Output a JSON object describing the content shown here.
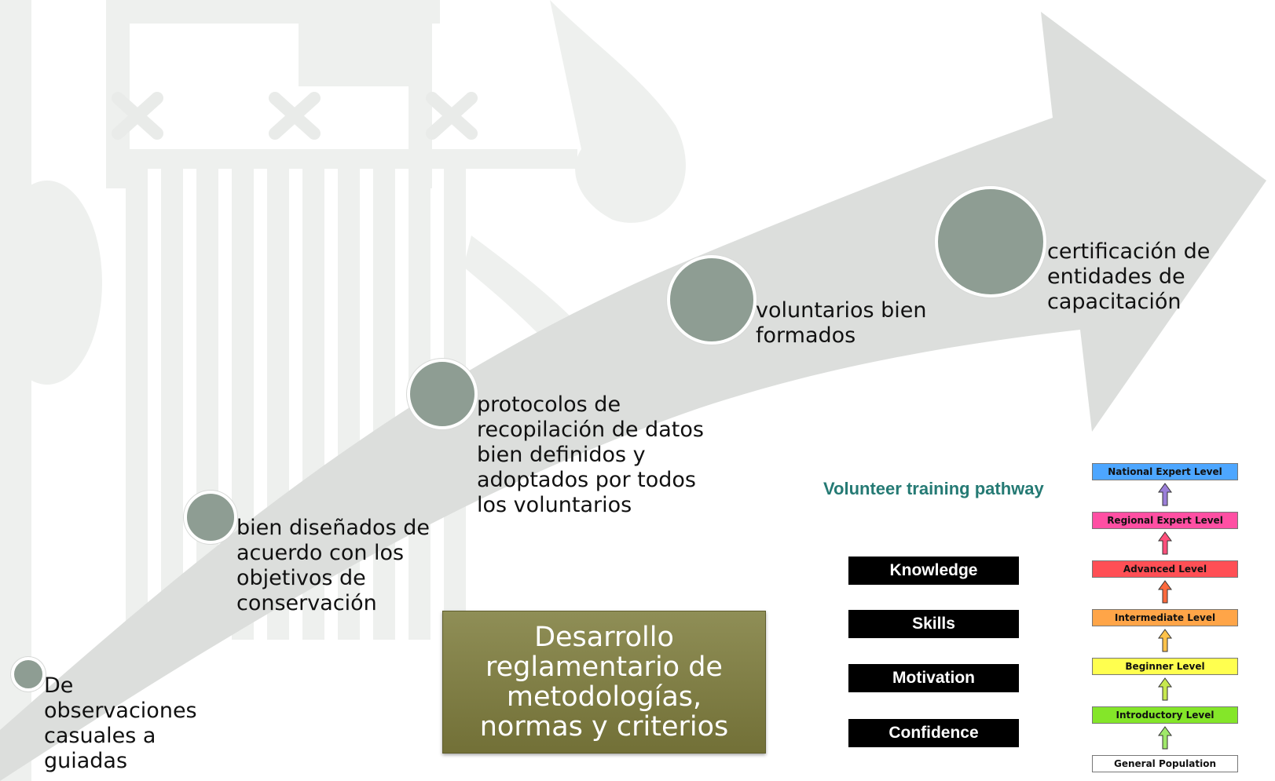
{
  "milestones": [
    {
      "label": "De\nobservaciones\ncasuales a\nguiadas"
    },
    {
      "label": "bien diseñados de\nacuerdo con los\nobjetivos de\nconservación"
    },
    {
      "label": "protocolos de\nrecopilación de datos\nbien definidos y\nadoptados por todos\nlos voluntarios"
    },
    {
      "label": "voluntarios bien\nformados"
    },
    {
      "label": "certificación de\nentidades de\ncapacitación"
    }
  ],
  "center_box": {
    "text": "Desarrollo reglamentario de metodologías, normas y criterios"
  },
  "pathway": {
    "title": "Volunteer training pathway",
    "skills": [
      "Knowledge",
      "Skills",
      "Motivation",
      "Confidence"
    ],
    "levels": [
      {
        "label": "National Expert Level",
        "color": "#4da6ff"
      },
      {
        "label": "Regional Expert Level",
        "color": "#ff4fa3"
      },
      {
        "label": "Advanced Level",
        "color": "#ff4f55"
      },
      {
        "label": "Intermediate Level",
        "color": "#ffa548"
      },
      {
        "label": "Beginner Level",
        "color": "#ffff4f"
      },
      {
        "label": "Introductory Level",
        "color": "#84e629"
      },
      {
        "label": "General Population",
        "color": "#ffffff"
      }
    ],
    "arrow_colors": [
      "#9b7fd9",
      "#ff4f7b",
      "#ff6a3d",
      "#ffc24a",
      "#c7e84f",
      "#a0e86a"
    ]
  },
  "colors": {
    "arrow": "#dcdedc",
    "milestone_fill": "#8e9d93",
    "watermark": "#eef0ee"
  }
}
